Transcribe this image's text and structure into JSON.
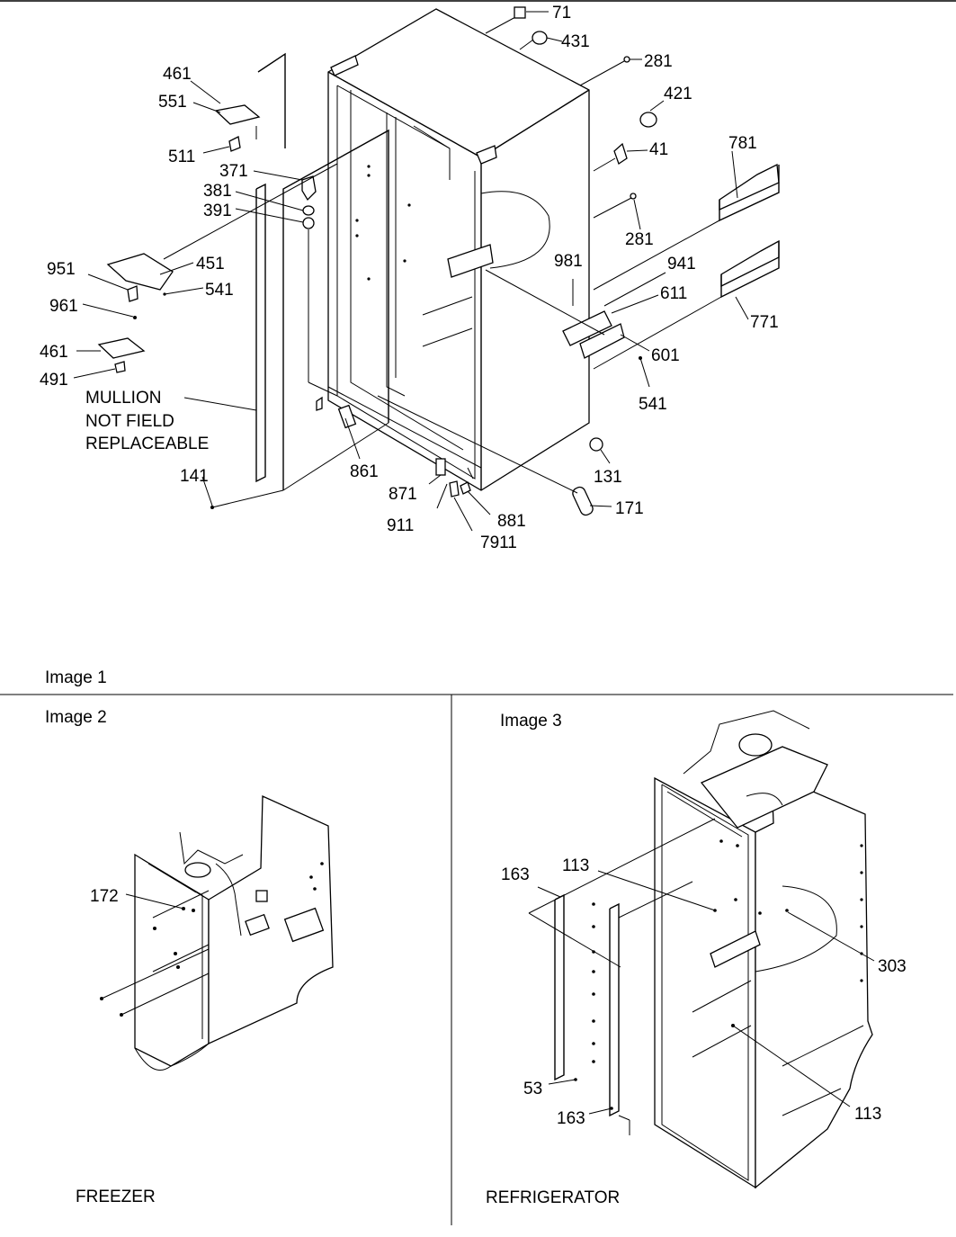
{
  "panels": {
    "image1": {
      "caption": "Image 1"
    },
    "image2": {
      "caption": "Image 2",
      "title": "FREEZER"
    },
    "image3": {
      "caption": "Image 3",
      "title": "REFRIGERATOR"
    }
  },
  "callouts": {
    "p71": "71",
    "p431": "431",
    "p281a": "281",
    "p421": "421",
    "p41": "41",
    "p781": "781",
    "p281b": "281",
    "p981": "981",
    "p941": "941",
    "p611": "611",
    "p771": "771",
    "p601": "601",
    "p541b": "541",
    "p461a": "461",
    "p551": "551",
    "p511": "511",
    "p371": "371",
    "p381": "381",
    "p391": "391",
    "p951": "951",
    "p451": "451",
    "p541a": "541",
    "p961": "961",
    "p461b": "461",
    "p491": "491",
    "p861": "861",
    "p871": "871",
    "p911": "911",
    "p881": "881",
    "p7911": "7911",
    "p131": "131",
    "p171": "171",
    "p141": "141",
    "p172": "172",
    "p163a": "163",
    "p113a": "113",
    "p303": "303",
    "p53": "53",
    "p163b": "163",
    "p113b": "113"
  },
  "notes": {
    "mullion": [
      "MULLION",
      "NOT FIELD",
      "REPLACEABLE"
    ]
  }
}
